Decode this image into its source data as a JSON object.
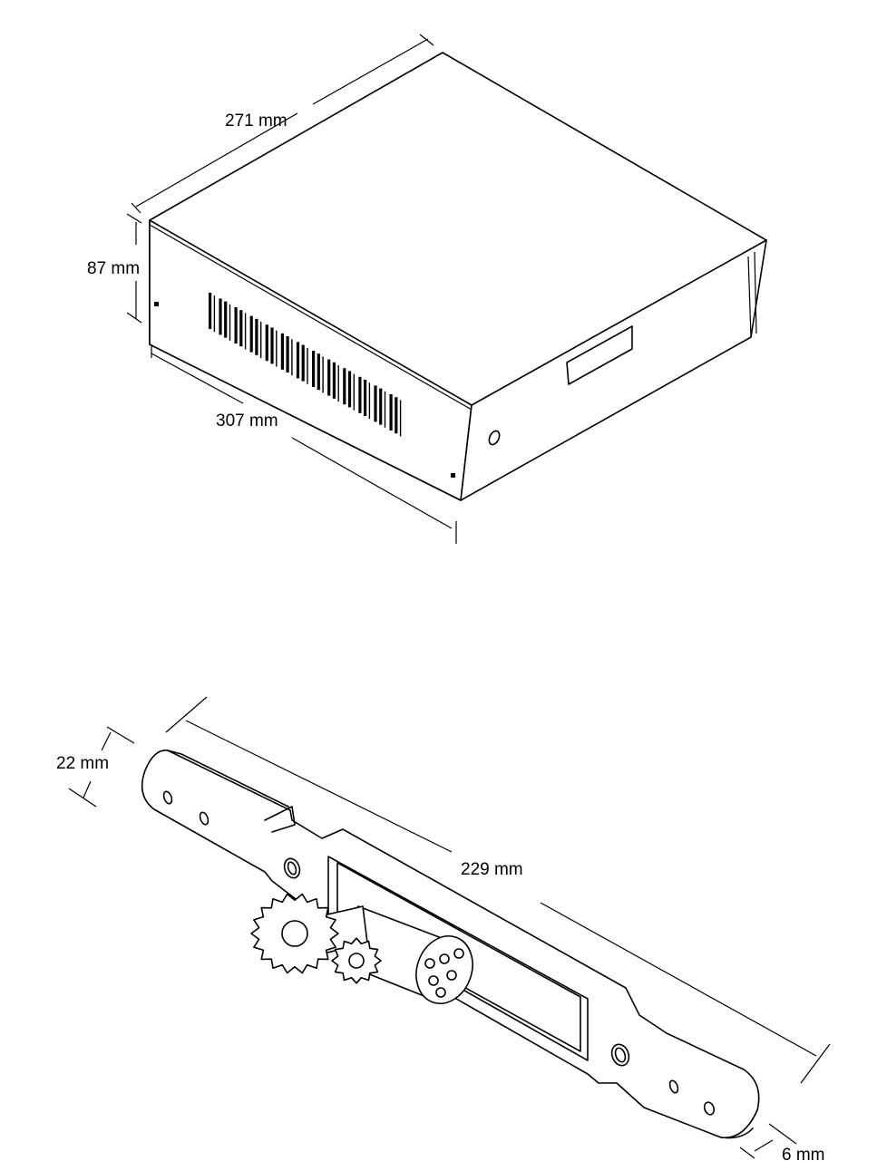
{
  "box": {
    "dim_width": "271 mm",
    "dim_height": "87 mm",
    "dim_length": "307 mm"
  },
  "bracket": {
    "dim_width": "22 mm",
    "dim_length": "229 mm",
    "dim_thickness": "6 mm"
  }
}
